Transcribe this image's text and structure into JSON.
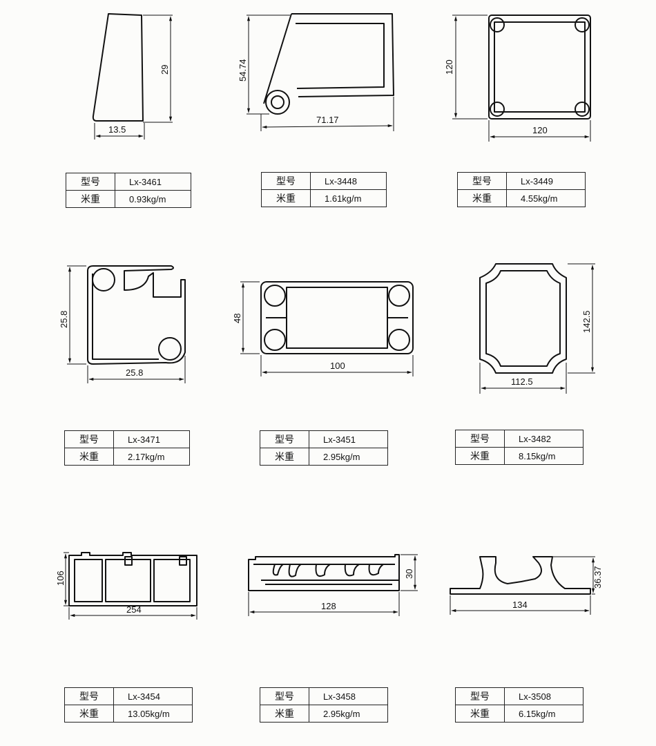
{
  "labels": {
    "model": "型号",
    "weight": "米重"
  },
  "profiles": [
    {
      "model": "Lx-3461",
      "weight": "0.93kg/m",
      "dims": [
        "29",
        "13.5"
      ]
    },
    {
      "model": "Lx-3448",
      "weight": "1.61kg/m",
      "dims": [
        "54.74",
        "71.17"
      ]
    },
    {
      "model": "Lx-3449",
      "weight": "4.55kg/m",
      "dims": [
        "120",
        "120"
      ]
    },
    {
      "model": "Lx-3471",
      "weight": "2.17kg/m",
      "dims": [
        "25.8",
        "25.8"
      ]
    },
    {
      "model": "Lx-3451",
      "weight": "2.95kg/m",
      "dims": [
        "48",
        "100"
      ]
    },
    {
      "model": "Lx-3482",
      "weight": "8.15kg/m",
      "dims": [
        "142.5",
        "112.5"
      ]
    },
    {
      "model": "Lx-3454",
      "weight": "13.05kg/m",
      "dims": [
        "106",
        "254"
      ]
    },
    {
      "model": "Lx-3458",
      "weight": "2.95kg/m",
      "dims": [
        "30",
        "128"
      ]
    },
    {
      "model": "Lx-3508",
      "weight": "6.15kg/m",
      "dims": [
        "36.37",
        "134"
      ]
    }
  ]
}
